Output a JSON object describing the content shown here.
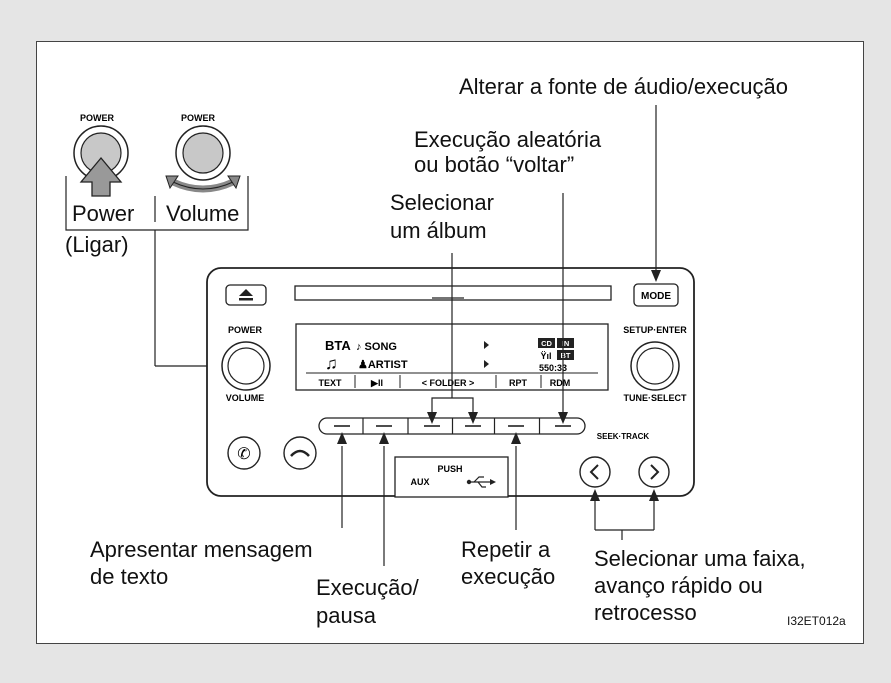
{
  "labels": {
    "mode_source": "Alterar a fonte de áudio/execução",
    "random_l1": "Execução aleatória",
    "random_l2": "ou botão “voltar”",
    "album_l1": "Selecionar",
    "album_l2": "um álbum",
    "power": "Power",
    "power_sub": "(Ligar)",
    "volume": "Volume",
    "text_msg_l1": "Apresentar mensagem",
    "text_msg_l2": "de texto",
    "play_pause_l1": "Execução/",
    "play_pause_l2": "pausa",
    "repeat_l1": "Repetir a",
    "repeat_l2": "execução",
    "track_l1": "Selecionar uma faixa,",
    "track_l2": "avanço rápido ou",
    "track_l3": "retrocesso",
    "code": "I32ET012a"
  },
  "inset": {
    "power_caption_1": "POWER",
    "power_caption_2": "POWER"
  },
  "radio": {
    "eject_symbol": "⏏",
    "mode_button": "MODE",
    "power_label": "POWER",
    "volume_label": "VOLUME",
    "setup_enter": "SETUP·ENTER",
    "tune_select": "TUNE·SELECT",
    "seek_track": "SEEK·TRACK",
    "aux_label": "AUX",
    "push_label": "PUSH",
    "usb_icon": "usb-icon"
  },
  "display": {
    "bta": "BTA",
    "song": "♪ SONG",
    "artist": "♟ARTIST",
    "badge_cd": "CD",
    "badge_in": "IN",
    "badge_bt": "BT",
    "time": "550:33",
    "softkeys": [
      "TEXT",
      "▶II",
      "< FOLDER >",
      "RPT",
      "RDM"
    ]
  },
  "colors": {
    "background": "#e5e5e5",
    "frame": "#ffffff",
    "line": "#222222",
    "knob_gray": "#b8b8b8"
  }
}
